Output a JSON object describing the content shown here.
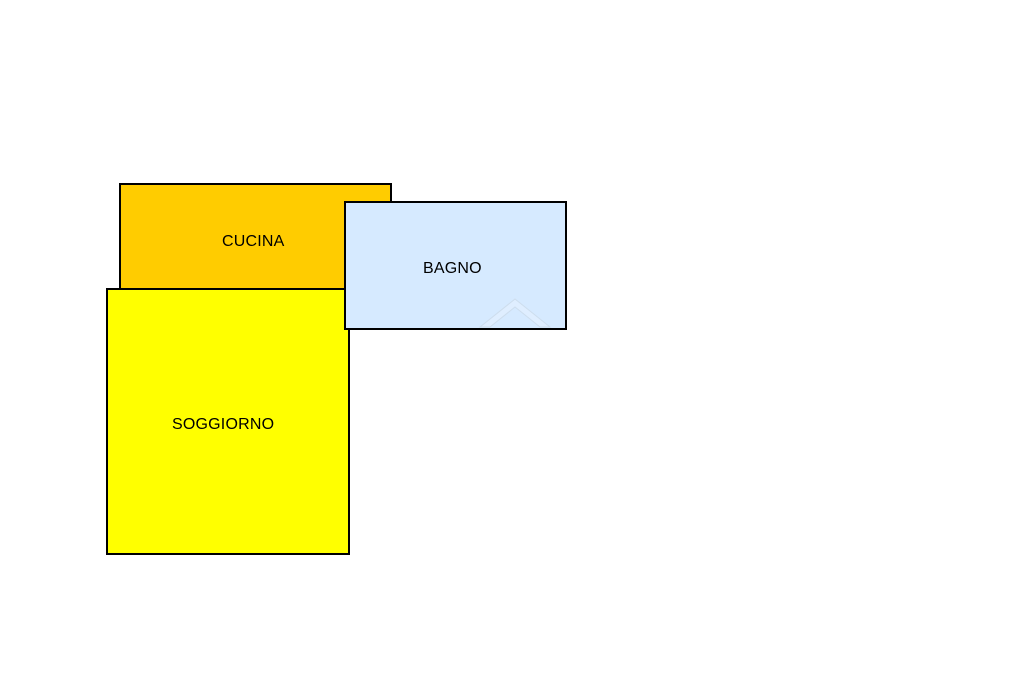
{
  "floorplan": {
    "rooms": [
      {
        "id": "cucina",
        "label": "CUCINA",
        "color": "#FFCC00"
      },
      {
        "id": "soggiorno",
        "label": "SOGGIORNO",
        "color": "#FFFF00"
      },
      {
        "id": "bagno",
        "label": "BAGNO",
        "color": "#D6EAFF"
      }
    ],
    "wall_color": "#000000",
    "background_color": "#FFFFFF"
  },
  "watermark": {
    "icon": "house-roof-logo"
  }
}
